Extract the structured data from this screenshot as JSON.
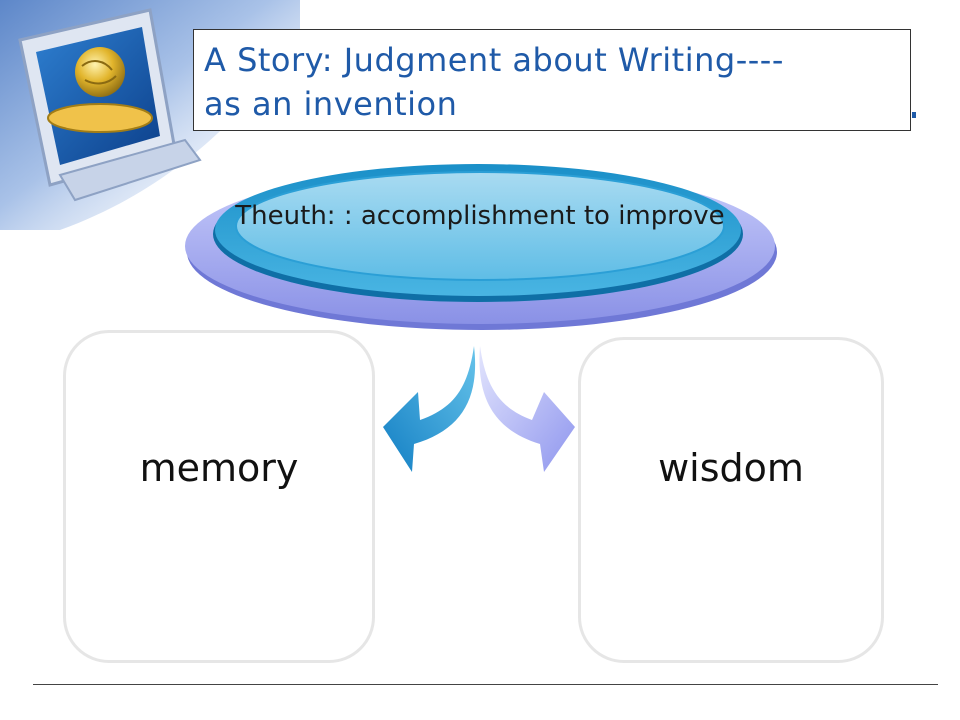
{
  "slide": {
    "title": "A Story: Judgment about Writing----\nas an invention"
  },
  "diagram": {
    "center": "Theuth: : accomplishment to improve",
    "left_box": "memory",
    "right_box": "wisdom"
  },
  "colors": {
    "title": "#1f5aa8",
    "oval_outer": "#a9b0f2",
    "oval_inner": "#2a9fd2",
    "arrow_left": "#1e8fcf",
    "arrow_right": "#b4b9f5"
  }
}
